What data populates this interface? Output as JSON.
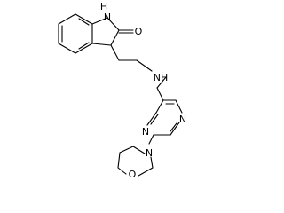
{
  "structure": {
    "atoms": {
      "lactam_nh": "N",
      "lactam_h": "H",
      "carbonyl_o": "O",
      "amine_nh": "NH",
      "pyrimidine_n1": "N",
      "pyrimidine_n3": "N",
      "morpholine_n": "N",
      "morpholine_o": "O"
    }
  }
}
